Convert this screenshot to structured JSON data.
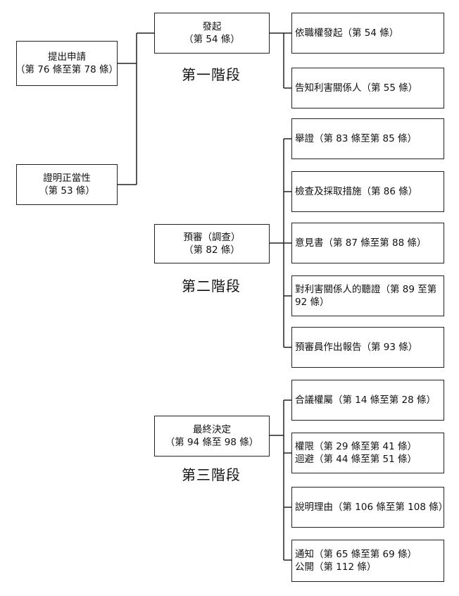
{
  "left": {
    "apply": [
      "提出申請",
      "（第 76 條至第 78 條）"
    ],
    "justify": [
      "證明正當性",
      "（第 53 條）"
    ]
  },
  "stages": [
    {
      "box": [
        "發起",
        "（第 54 條）"
      ],
      "label": "第一階段",
      "items": [
        [
          "依職權發起（第 54 條）"
        ],
        [
          "告知利害關係人（第 55 條）"
        ]
      ]
    },
    {
      "box": [
        "預審（調查）",
        "（第 82 條）"
      ],
      "label": "第二階段",
      "items": [
        [
          "舉證（第 83 條至第 85 條）"
        ],
        [
          "檢查及採取措施（第 86 條）"
        ],
        [
          "意見書（第 87 條至第 88 條）"
        ],
        [
          "對利害關係人的聽證（第 89 至第",
          "92 條）"
        ],
        [
          "預審員作出報告（第 93 條）"
        ]
      ]
    },
    {
      "box": [
        "最終決定",
        "（第 94 條至 98 條）"
      ],
      "label": "第三階段",
      "items": [
        [
          "合議權屬（第 14 條至第 28 條）"
        ],
        [
          "權限（第 29 條至第 41 條）",
          "迴避（第 44 條至第 51 條）"
        ],
        [
          "說明理由（第 106 條至第 108 條）"
        ],
        [
          "通知（第 65 條至第 69 條）",
          "公開（第 112 條）"
        ]
      ]
    }
  ]
}
